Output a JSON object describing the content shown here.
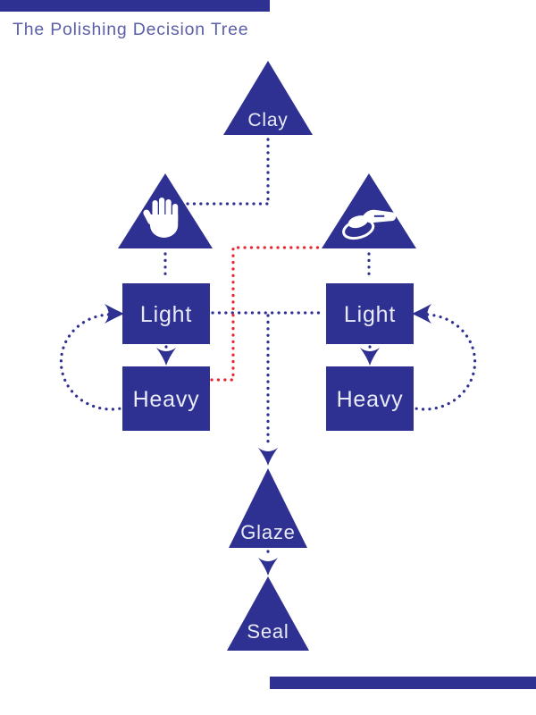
{
  "header": {
    "title": "The Polishing Decision Tree"
  },
  "colors": {
    "navy": "#2e3192",
    "red": "#e9242f",
    "title_text": "#5c60a8",
    "node_label": "#e9ebf7",
    "background": "#ffffff"
  },
  "nodes": {
    "clay": {
      "label": "Clay",
      "shape": "triangle"
    },
    "hand": {
      "shape": "triangle",
      "icon": "hand-icon"
    },
    "machine": {
      "shape": "triangle",
      "icon": "polisher-icon"
    },
    "hand_light": {
      "label": "Light",
      "shape": "box"
    },
    "hand_heavy": {
      "label": "Heavy",
      "shape": "box"
    },
    "machine_light": {
      "label": "Light",
      "shape": "box"
    },
    "machine_heavy": {
      "label": "Heavy",
      "shape": "box"
    },
    "glaze": {
      "label": "Glaze",
      "shape": "triangle"
    },
    "seal": {
      "label": "Seal",
      "shape": "triangle"
    }
  },
  "edges": [
    {
      "from": "clay",
      "to": "hand",
      "style": "dotted",
      "color": "navy"
    },
    {
      "from": "hand",
      "to": "hand_light",
      "style": "dotted",
      "color": "navy"
    },
    {
      "from": "hand_light",
      "to": "hand_heavy",
      "style": "dotted-arrow",
      "color": "navy"
    },
    {
      "from": "hand_heavy",
      "to": "hand_light",
      "style": "dotted-arc-arrow",
      "color": "navy"
    },
    {
      "from": "hand_light",
      "to": "machine_light",
      "style": "dotted",
      "color": "navy"
    },
    {
      "from": "hand_heavy",
      "to": "machine",
      "style": "dotted",
      "color": "red"
    },
    {
      "from": "machine",
      "to": "machine_light",
      "style": "dotted",
      "color": "navy"
    },
    {
      "from": "machine_light",
      "to": "machine_heavy",
      "style": "dotted-arrow",
      "color": "navy"
    },
    {
      "from": "machine_heavy",
      "to": "machine_light",
      "style": "dotted-arc-arrow",
      "color": "navy"
    },
    {
      "from": "light_junction",
      "to": "glaze",
      "style": "dotted-arrow",
      "color": "navy"
    },
    {
      "from": "glaze",
      "to": "seal",
      "style": "dotted-arrow",
      "color": "navy"
    }
  ]
}
